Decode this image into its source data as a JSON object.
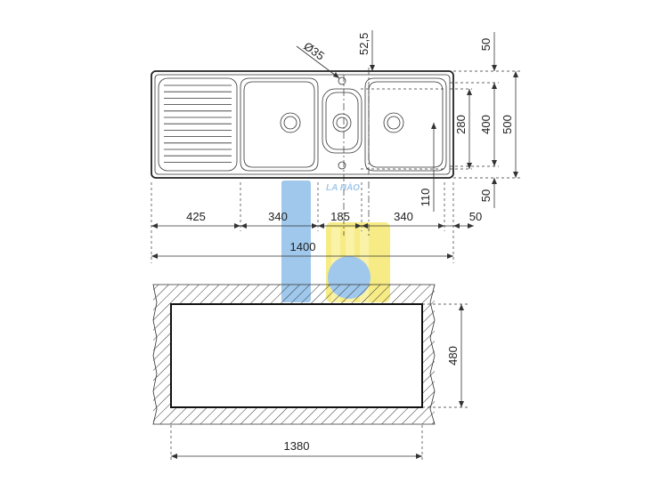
{
  "watermark": {
    "text": "LA HÀO"
  },
  "sink_top_view": {
    "dims": {
      "drainer": "425",
      "bowl_left": "340",
      "bowl_middle": "185",
      "bowl_right": "340",
      "right_margin": "50",
      "total_width": "1400",
      "tap_hole": "Ø35",
      "tap_offset": "52,5",
      "top_margin": "50",
      "bottom_margin": "50",
      "bowl_depth": "400",
      "bowl_inner": "280",
      "total_depth": "500",
      "drain_offset": "110"
    }
  },
  "cutout_view": {
    "dims": {
      "width": "1380",
      "height": "480"
    }
  }
}
